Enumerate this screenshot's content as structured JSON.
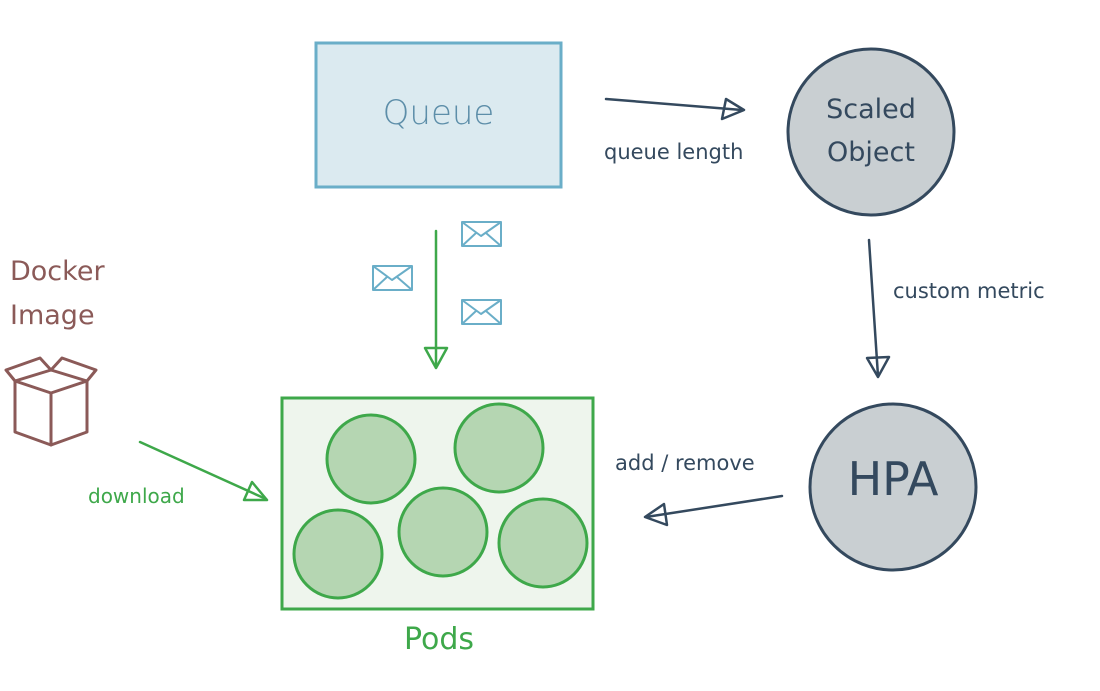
{
  "nodes": {
    "queue": {
      "label": "Queue"
    },
    "scaled_object": {
      "label": "Scaled Object"
    },
    "hpa": {
      "label": "HPA"
    },
    "docker_image": {
      "label": "Docker Image"
    },
    "pods": {
      "label": "Pods",
      "pod_count": 5
    }
  },
  "edges": {
    "queue_length": "queue length",
    "custom_metric": "custom metric",
    "add_remove": "add / remove",
    "download": "download"
  },
  "icons": {
    "message": "envelope-icon",
    "package": "box-icon"
  },
  "colors": {
    "queue_fill": "#dbeaf0",
    "queue_stroke": "#6aaec8",
    "queue_text": "#5d8ea9",
    "node_fill": "#c9cfd2",
    "node_stroke": "#34495e",
    "pods_fill": "#eef5ed",
    "pods_stroke": "#3ea84a",
    "pod_fill": "#b5d6b2",
    "docker": "#8b5a58",
    "arrow_dark": "#34495e"
  }
}
